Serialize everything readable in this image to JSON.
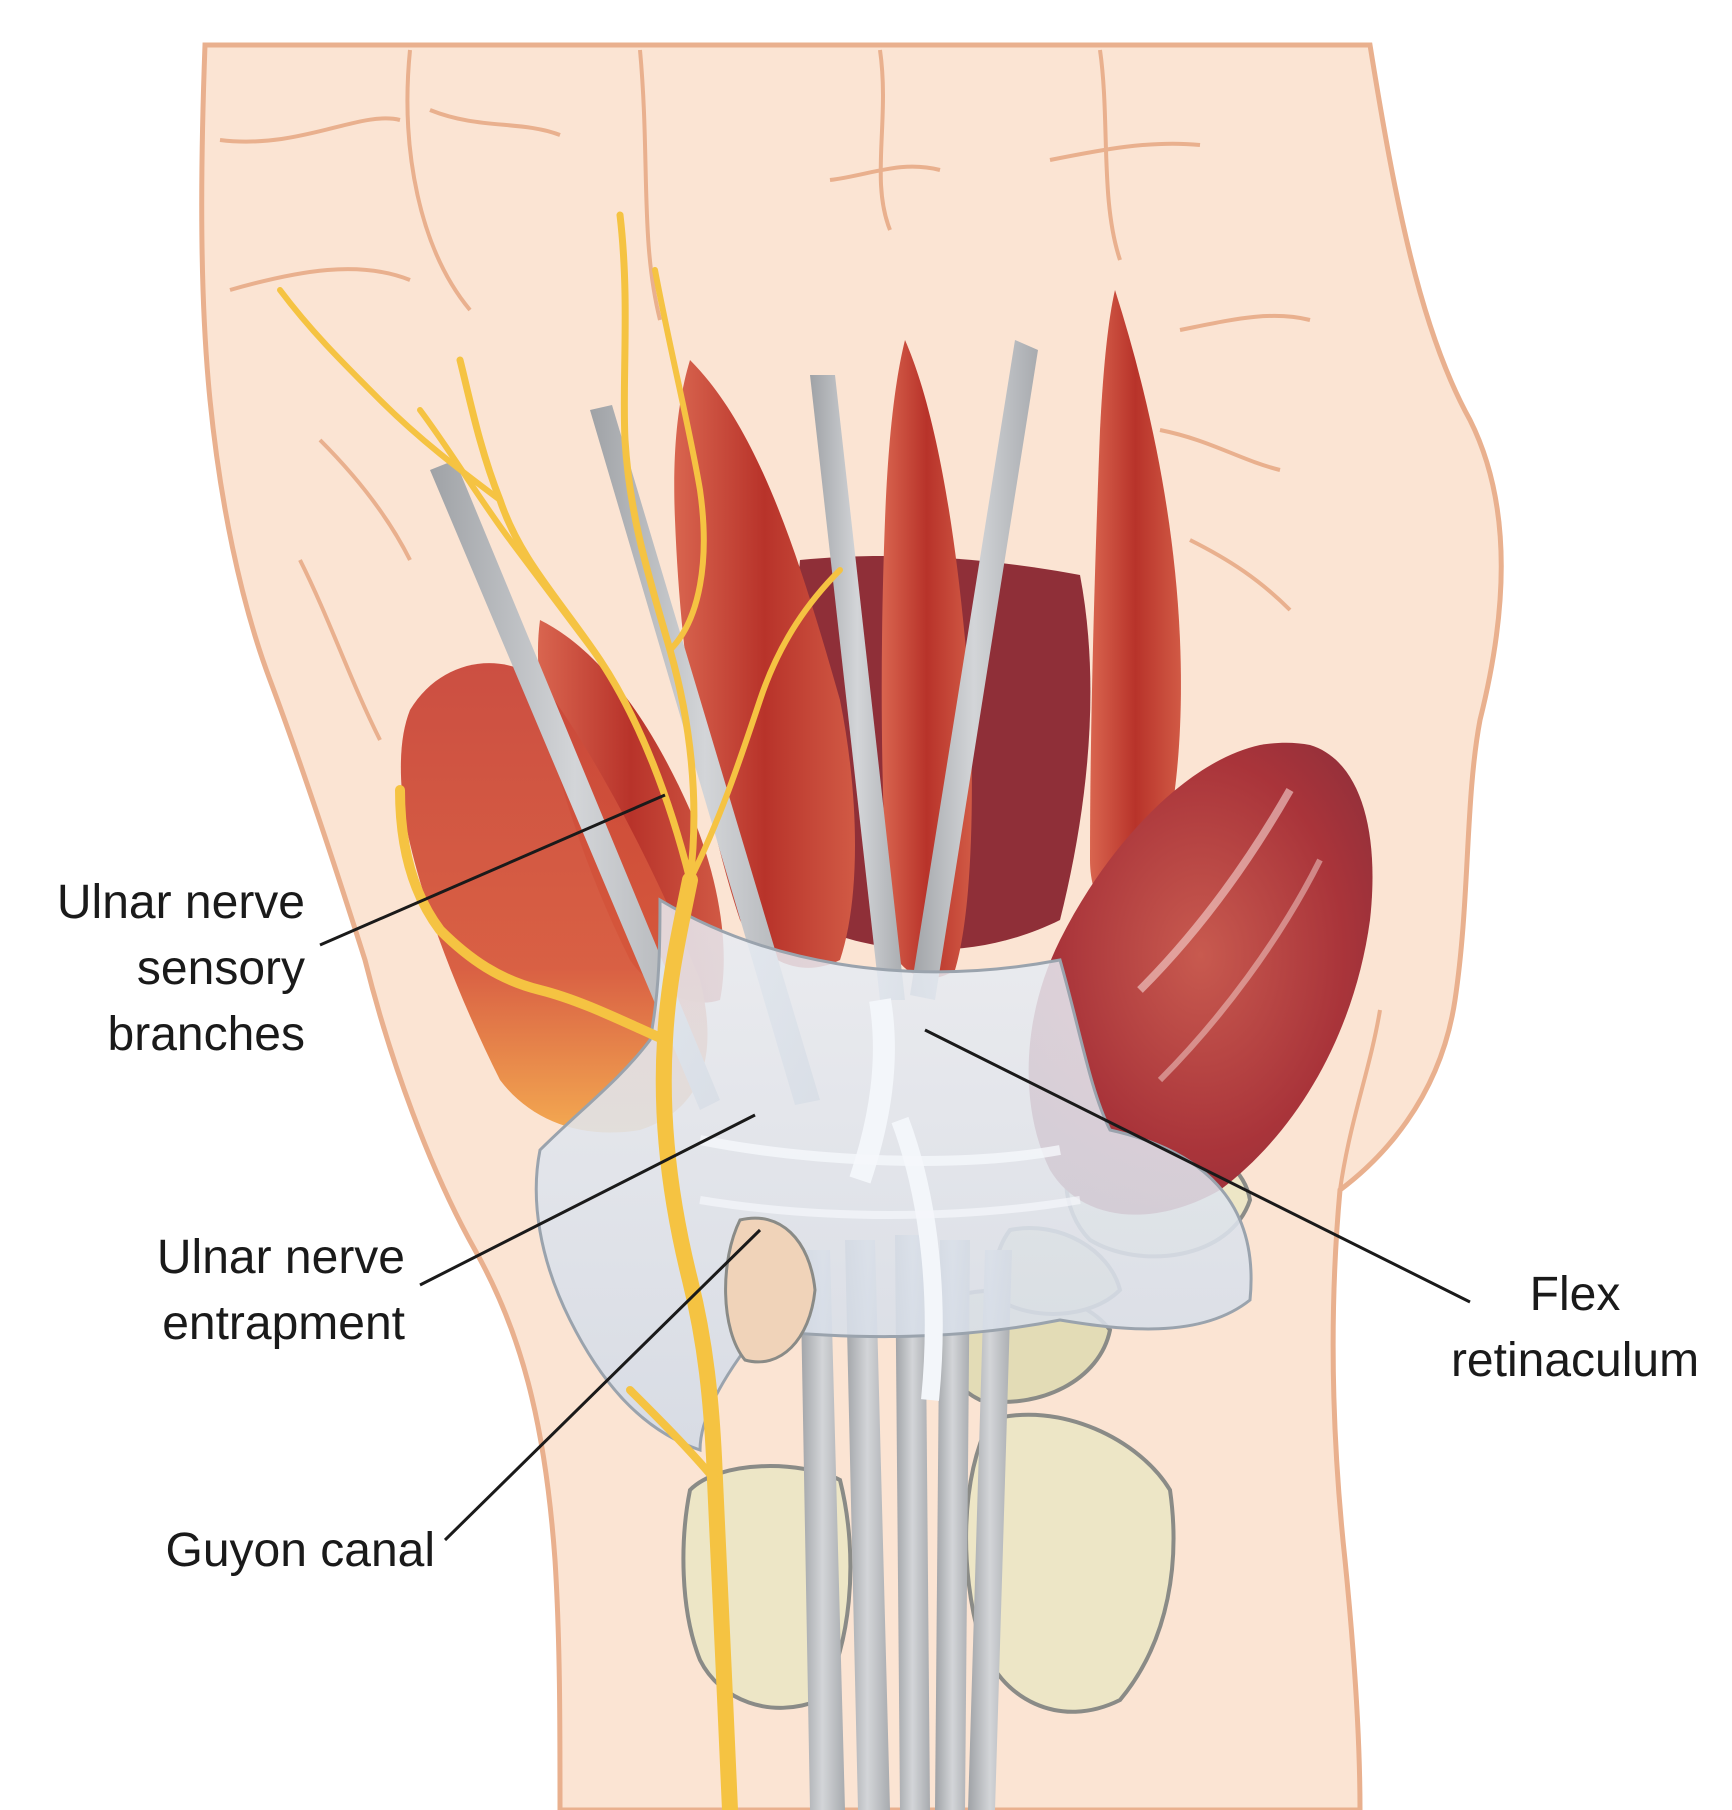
{
  "labels": {
    "ulnar_sensory": {
      "line1": "Ulnar nerve",
      "line2": "sensory",
      "line3": "branches"
    },
    "ulnar_entrapment": {
      "line1": "Ulnar nerve",
      "line2": "entrapment"
    },
    "guyon_canal": {
      "line1": "Guyon canal"
    },
    "flex_retinaculum": {
      "line1": "Flex",
      "line2": "retinaculum"
    }
  },
  "colors": {
    "skin": "#fbe4d3",
    "skin_outline": "#e9b08e",
    "muscle": "#c8412f",
    "muscle_dark": "#8f2f38",
    "tendon": "#c3c5c8",
    "ligament": "#dde3ec",
    "nerve": "#f5c342",
    "bone": "#ede6c6",
    "leader_line": "#1a1a1a"
  }
}
